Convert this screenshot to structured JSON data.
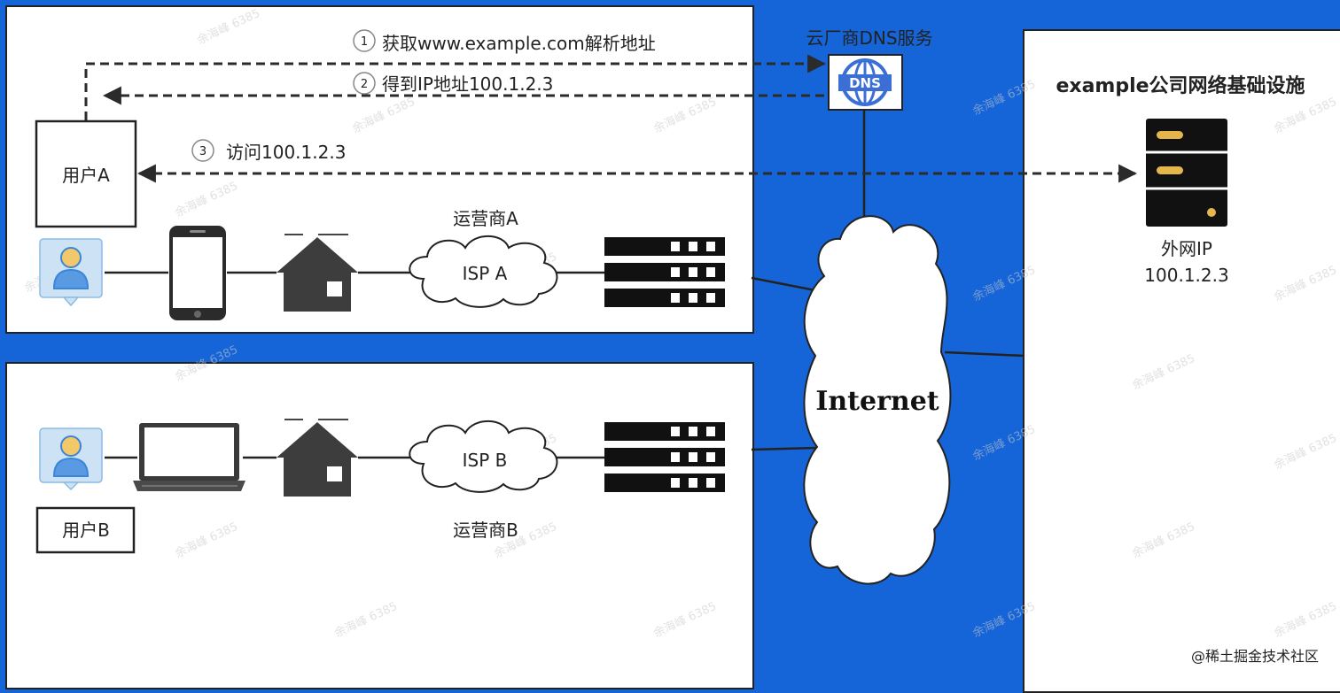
{
  "steps": [
    {
      "num": "1",
      "text": "获取www.example.com解析地址"
    },
    {
      "num": "2",
      "text": "得到IP地址100.1.2.3"
    },
    {
      "num": "3",
      "text": "访问100.1.2.3"
    }
  ],
  "dns": {
    "label": "云厂商DNS服务",
    "icon_text": "DNS"
  },
  "user_a": {
    "label": "用户A"
  },
  "user_b": {
    "label": "用户B"
  },
  "isp_a": {
    "cloud_label": "ISP A",
    "caption": "运营商A"
  },
  "isp_b": {
    "cloud_label": "ISP B",
    "caption": "运营商B"
  },
  "internet": {
    "label": "Internet"
  },
  "company": {
    "title": "example公司网络基础设施",
    "ip_label": "外网IP",
    "ip_value": "100.1.2.3"
  },
  "watermark": {
    "text": "余海峰 6385"
  },
  "credit": "@稀土掘金技术社区",
  "colors": {
    "background": "#1565d8",
    "panel": "#ffffff",
    "server_led": "#e5b64c",
    "avatar_bg": "#cde3f5"
  }
}
